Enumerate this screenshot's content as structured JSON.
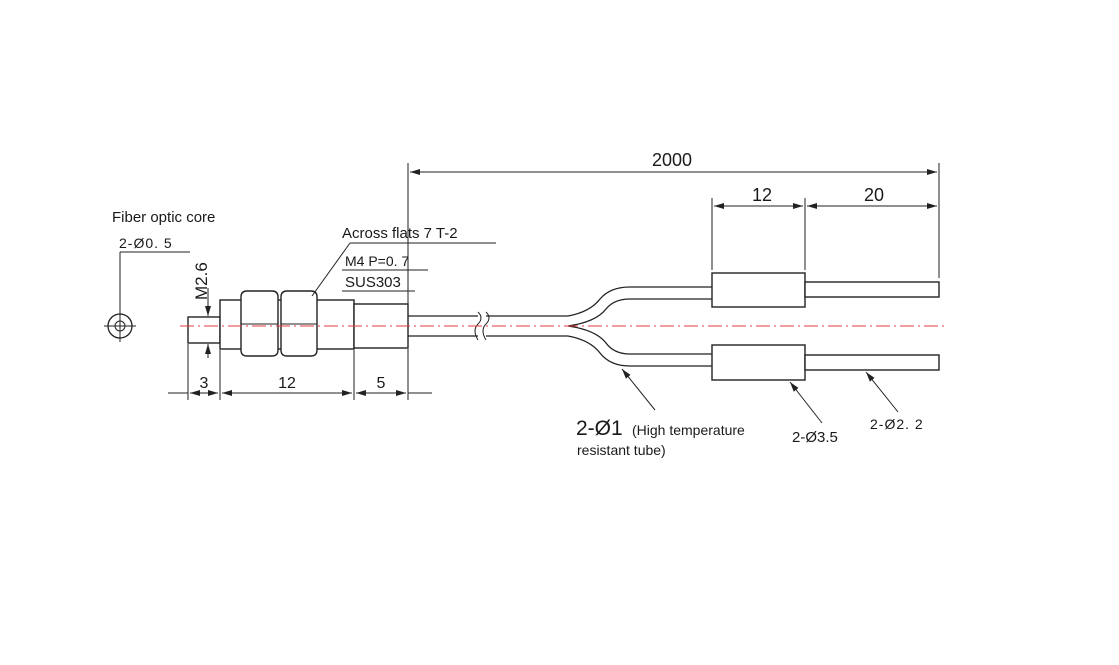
{
  "labels": {
    "core_title": "Fiber optic core",
    "core_dia": "2-Ø0. 5",
    "thread_dia": "M2.6",
    "across_flats": "Across flats 7 T-2",
    "thread": "M4 P=0. 7",
    "material": "SUS303",
    "tube_main": "2-Ø1",
    "tube_note_1": "(High temperature",
    "tube_note_2": "resistant tube)",
    "sleeve_dia": "2-Ø3.5",
    "end_dia": "2-Ø2. 2"
  },
  "dimensions": {
    "total_length": "2000",
    "sleeve_length": "12",
    "end_length": "20",
    "tip_length": "3",
    "thread_length": "12",
    "collar_length": "5"
  },
  "colors": {
    "line": "#222222",
    "centerline": "#e23b3b"
  }
}
